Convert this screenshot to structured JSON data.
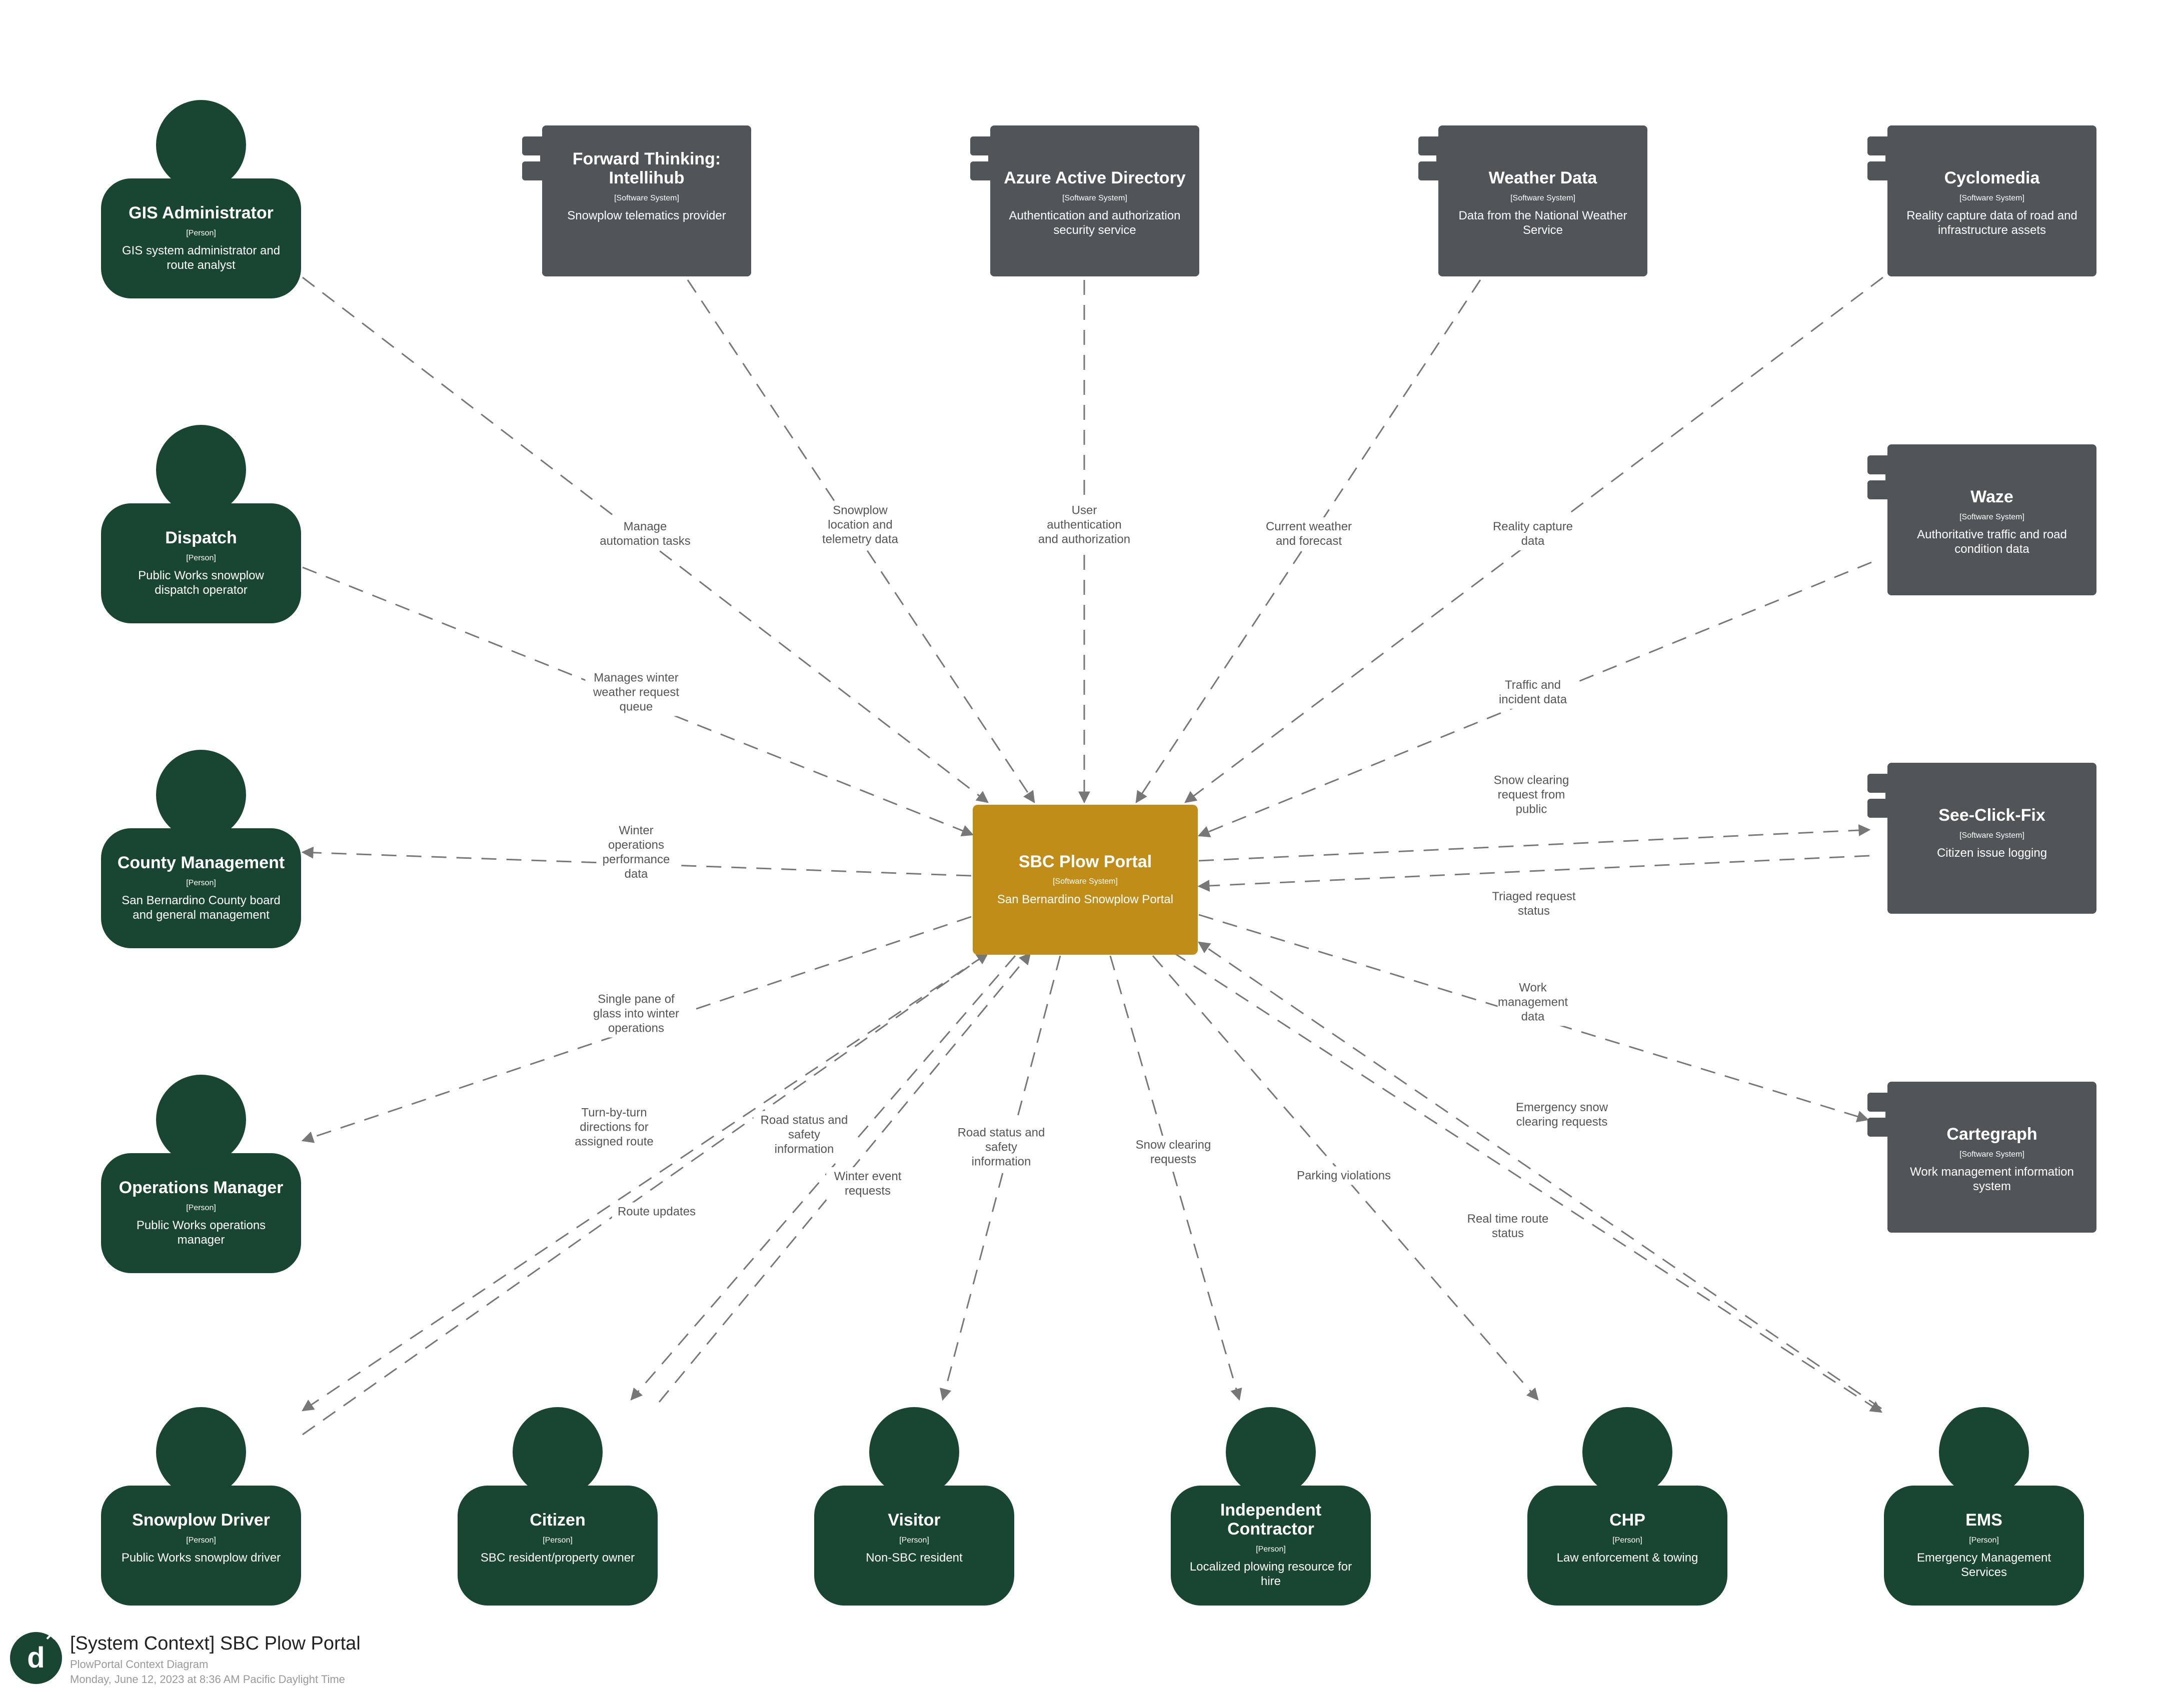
{
  "diagram": {
    "center": {
      "title": "SBC Plow Portal",
      "kind": "[Software System]",
      "desc": "San Bernardino Snowplow Portal"
    },
    "persons": [
      {
        "id": "gis",
        "title": "GIS Administrator",
        "kind": "[Person]",
        "desc": [
          "GIS system administrator and",
          "route analyst"
        ]
      },
      {
        "id": "dispatch",
        "title": "Dispatch",
        "kind": "[Person]",
        "desc": [
          "Public Works snowplow",
          "dispatch operator"
        ]
      },
      {
        "id": "county",
        "title": "County Management",
        "kind": "[Person]",
        "desc": [
          "San Bernardino County board",
          "and general management"
        ]
      },
      {
        "id": "opsmgr",
        "title": "Operations Manager",
        "kind": "[Person]",
        "desc": [
          "Public Works operations",
          "manager"
        ]
      },
      {
        "id": "driver",
        "title": "Snowplow Driver",
        "kind": "[Person]",
        "desc": [
          "Public Works snowplow driver"
        ]
      },
      {
        "id": "citizen",
        "title": "Citizen",
        "kind": "[Person]",
        "desc": [
          "SBC resident/property owner"
        ]
      },
      {
        "id": "visitor",
        "title": "Visitor",
        "kind": "[Person]",
        "desc": [
          "Non-SBC resident"
        ]
      },
      {
        "id": "contractor",
        "title": "Independent Contractor",
        "title_lines": [
          "Independent",
          "Contractor"
        ],
        "kind": "[Person]",
        "desc": [
          "Localized plowing resource for",
          "hire"
        ]
      },
      {
        "id": "chp",
        "title": "CHP",
        "kind": "[Person]",
        "desc": [
          "Law enforcement & towing"
        ]
      },
      {
        "id": "ems",
        "title": "EMS",
        "kind": "[Person]",
        "desc": [
          "Emergency Management",
          "Services"
        ]
      }
    ],
    "systems": [
      {
        "id": "fwd",
        "title": "Forward Thinking: Intellihub",
        "title_lines": [
          "Forward Thinking:",
          "Intellihub"
        ],
        "kind": "[Software System]",
        "desc": [
          "Snowplow telematics provider"
        ]
      },
      {
        "id": "azure",
        "title": "Azure Active Directory",
        "kind": "[Software System]",
        "desc": [
          "Authentication and authorization",
          "security service"
        ]
      },
      {
        "id": "weather",
        "title": "Weather Data",
        "kind": "[Software System]",
        "desc": [
          "Data from the National Weather",
          "Service"
        ]
      },
      {
        "id": "cyclo",
        "title": "Cyclomedia",
        "kind": "[Software System]",
        "desc": [
          "Reality capture data of road and",
          "infrastructure assets"
        ]
      },
      {
        "id": "waze",
        "title": "Waze",
        "kind": "[Software System]",
        "desc": [
          "Authoritative traffic and road",
          "condition data"
        ]
      },
      {
        "id": "seeclick",
        "title": "See-Click-Fix",
        "kind": "[Software System]",
        "desc": [
          "Citizen issue logging"
        ]
      },
      {
        "id": "carte",
        "title": "Cartegraph",
        "kind": "[Software System]",
        "desc": [
          "Work management information",
          "system"
        ]
      }
    ],
    "edges": [
      {
        "id": "gis-portal",
        "label": [
          "Manage",
          "automation tasks"
        ]
      },
      {
        "id": "fwd-portal",
        "label": [
          "Snowplow",
          "location and",
          "telemetry data"
        ]
      },
      {
        "id": "azure-portal",
        "label": [
          "User",
          "authentication",
          "and authorization"
        ]
      },
      {
        "id": "weather-portal",
        "label": [
          "Current weather",
          "and forecast"
        ]
      },
      {
        "id": "cyclo-portal",
        "label": [
          "Reality capture",
          "data"
        ]
      },
      {
        "id": "dispatch-portal",
        "label": [
          "Manages winter",
          "weather request",
          "queue"
        ]
      },
      {
        "id": "waze-portal",
        "label": [
          "Traffic and",
          "incident data"
        ]
      },
      {
        "id": "portal-county",
        "label": [
          "Winter",
          "operations",
          "performance",
          "data"
        ]
      },
      {
        "id": "portal-seeclick",
        "label": [
          "Snow clearing",
          "request from",
          "public"
        ]
      },
      {
        "id": "seeclick-portal",
        "label": [
          "Triaged request",
          "status"
        ]
      },
      {
        "id": "portal-opsmgr",
        "label": [
          "Single pane of",
          "glass into winter",
          "operations"
        ]
      },
      {
        "id": "portal-carte",
        "label": [
          "Work",
          "management",
          "data"
        ]
      },
      {
        "id": "portal-driver-dir",
        "label": [
          "Turn-by-turn",
          "directions for",
          "assigned route"
        ]
      },
      {
        "id": "driver-portal",
        "label": [
          "Route updates"
        ]
      },
      {
        "id": "portal-citizen",
        "label": [
          "Road status and",
          "safety",
          "information"
        ]
      },
      {
        "id": "citizen-portal",
        "label": [
          "Winter event",
          "requests"
        ]
      },
      {
        "id": "portal-visitor",
        "label": [
          "Road status and",
          "safety",
          "information"
        ]
      },
      {
        "id": "portal-contractor",
        "label": [
          "Snow clearing",
          "requests"
        ]
      },
      {
        "id": "portal-chp",
        "label": [
          "Parking violations"
        ]
      },
      {
        "id": "portal-ems",
        "label": [
          "Emergency snow",
          "clearing requests"
        ]
      },
      {
        "id": "ems-portal",
        "label": [
          "Real time route",
          "status"
        ]
      }
    ]
  },
  "colors": {
    "person": "#184633",
    "system": "#525557",
    "center": "#c08d19",
    "edge": "#777777",
    "edge_label": "#555555"
  },
  "footer": {
    "logo": "d",
    "logo_mark": "×",
    "title": "[System Context] SBC Plow Portal",
    "subtitle": "PlowPortal Context Diagram",
    "date": "Monday, June 12, 2023 at 8:36 AM Pacific Daylight Time"
  }
}
